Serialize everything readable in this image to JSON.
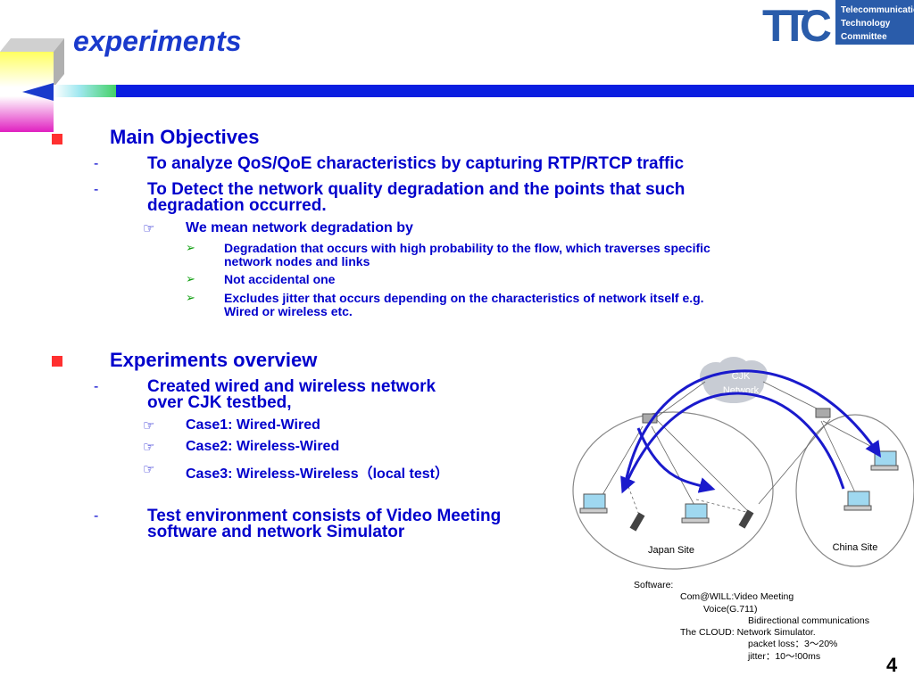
{
  "slide": {
    "title": "experiments",
    "page_number": "4"
  },
  "logo": {
    "mark": "TTC",
    "line1": "Telecommunication",
    "line2": "Technology",
    "line3": "Committee"
  },
  "objectives": {
    "heading": "Main Objectives",
    "item1": "To analyze QoS/QoE characteristics by capturing RTP/RTCP traffic",
    "item2_line1": "To Detect the network quality degradation and the points that such",
    "item2_line2": "degradation occurred.",
    "sub_heading": "We mean network degradation by",
    "detail1_line1": "Degradation that occurs with high probability to the flow, which traverses specific",
    "detail1_line2": "network nodes and links",
    "detail2": "Not accidental one",
    "detail3_line1": "Excludes jitter that occurs depending on the characteristics of network itself e.g.",
    "detail3_line2": "Wired or wireless etc."
  },
  "overview": {
    "heading": "Experiments overview",
    "item1_line1": "Created wired and wireless network",
    "item1_line2": "over CJK testbed,",
    "case1": "Case1: Wired-Wired",
    "case2": "Case2: Wireless-Wired",
    "case3": "Case3: Wireless-Wireless（local test）",
    "item2_line1": "Test environment consists of Video Meeting",
    "item2_line2": "software and network Simulator"
  },
  "diagram": {
    "cloud_line1": "CJK",
    "cloud_line2": "Network",
    "site_left": "Japan Site",
    "site_right": "China Site",
    "arrow_color": "#1a1acc"
  },
  "notes": {
    "l1": "Software:",
    "l2": "Com@WILL:Video Meeting",
    "l3": "Voice(G.711)",
    "l4": "Bidirectional communications",
    "l5": "The CLOUD: Network Simulator.",
    "l6": "packet loss：3〜20%",
    "l7": "jitter：10〜!00ms"
  },
  "colors": {
    "text": "#0000cc",
    "bar": "#0a1ee0",
    "bullet_square": "#ff3030",
    "bullet_arrow": "#10a010"
  },
  "icons": {
    "level1": "red-square-bullet",
    "level2": "dash-bullet",
    "level3": "pointing-hand-bullet",
    "level4": "green-arrow-bullet"
  }
}
